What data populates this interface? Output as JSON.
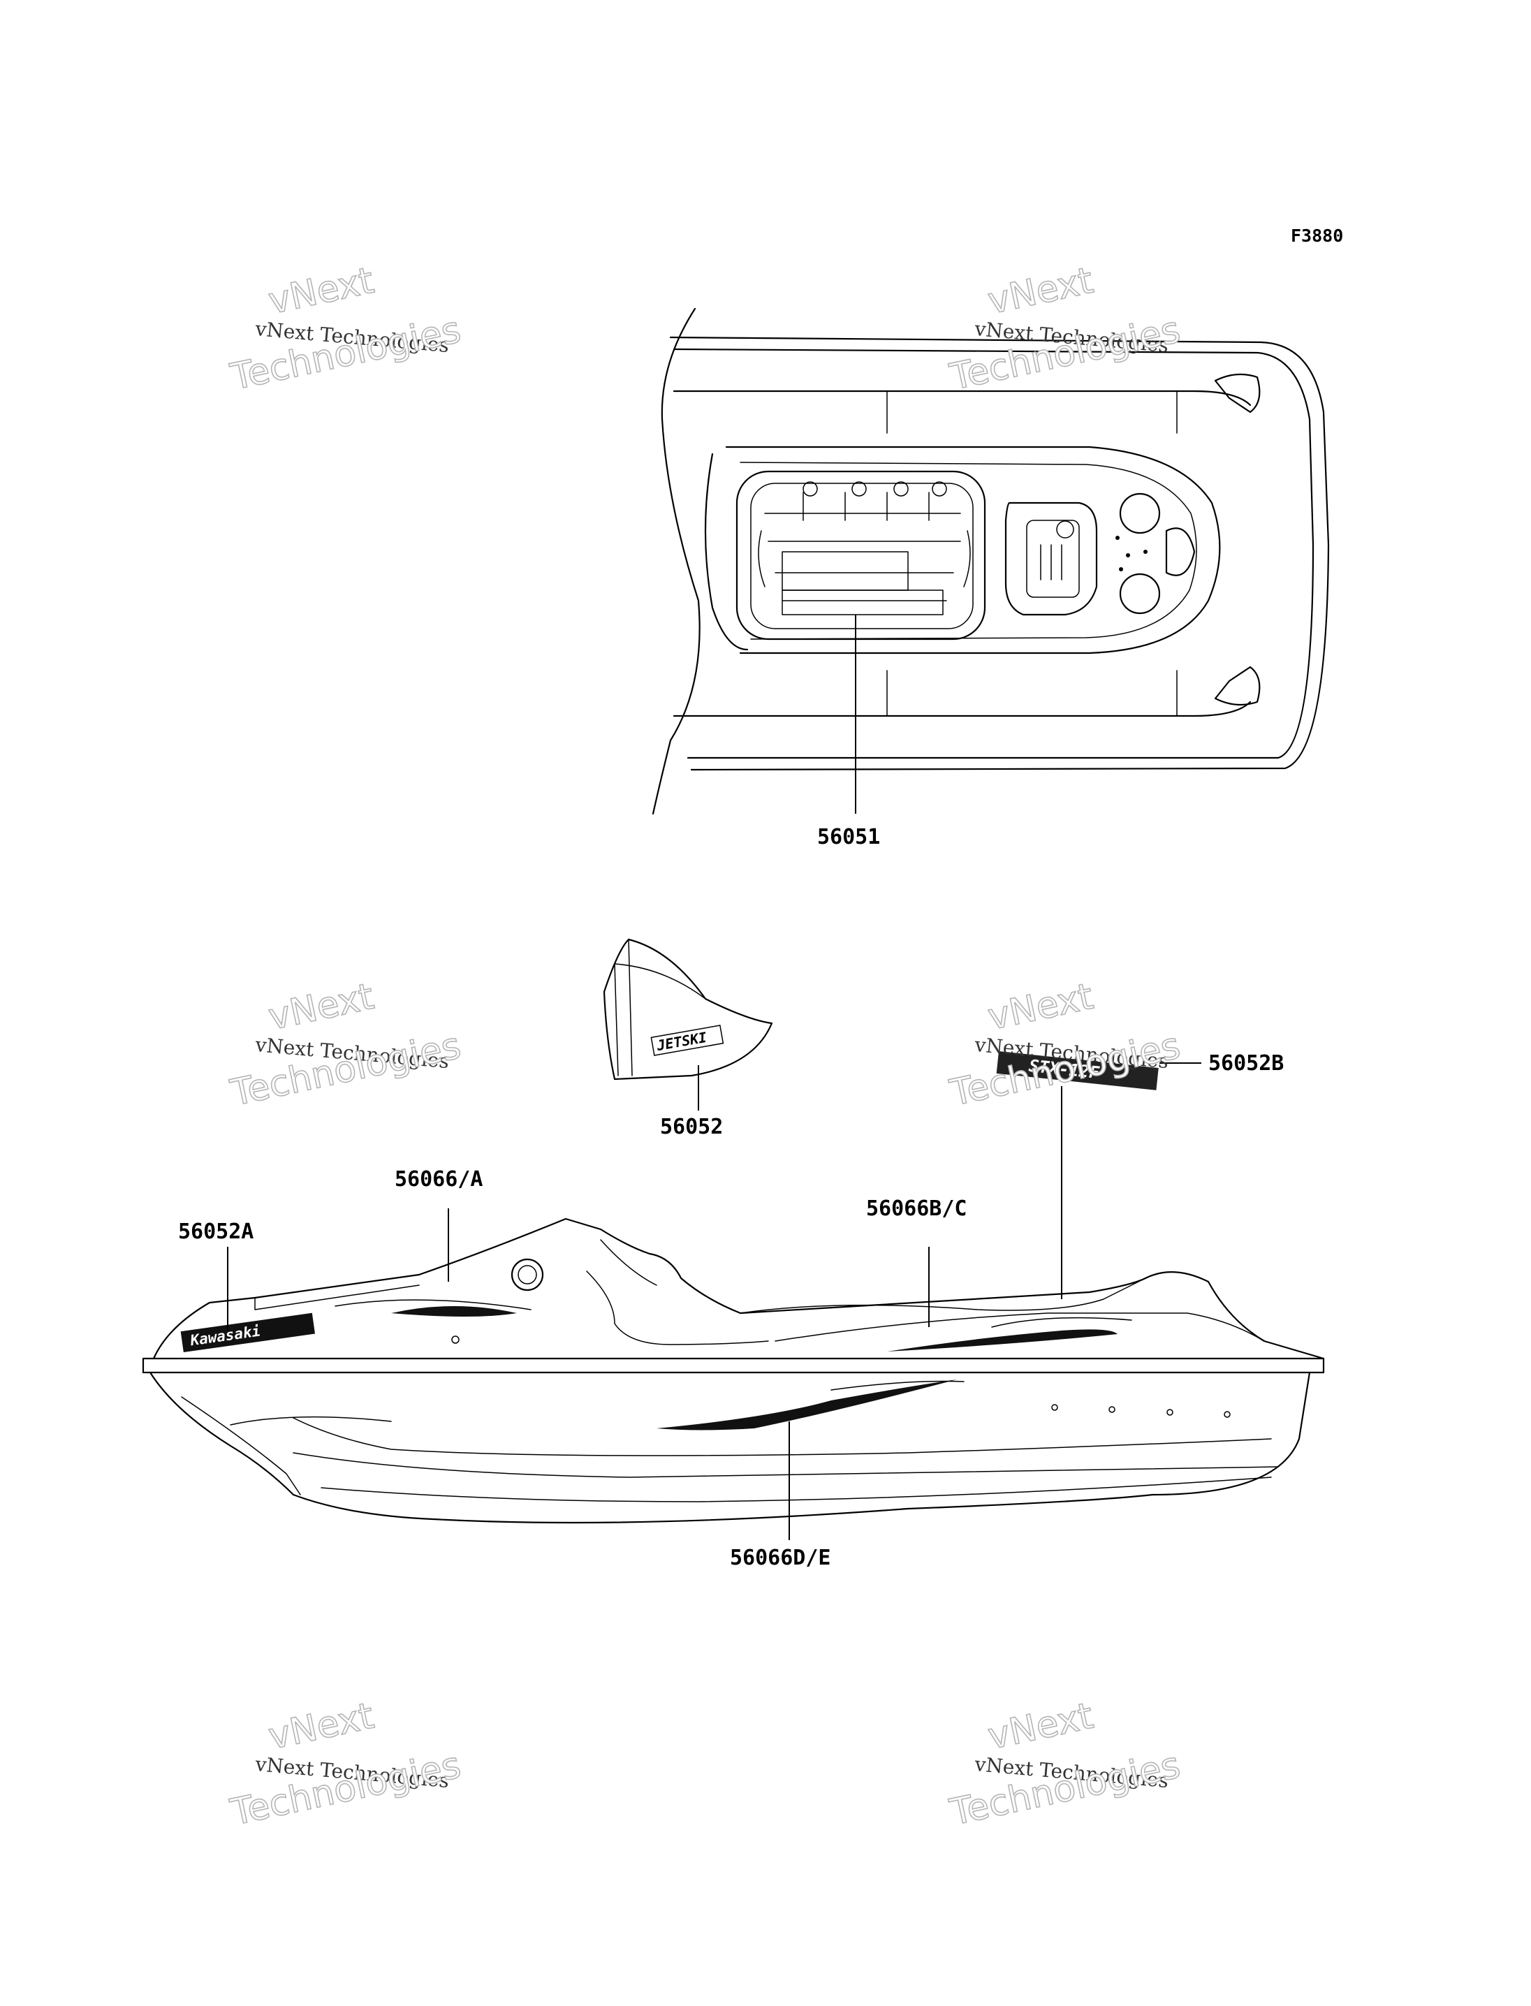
{
  "figure_id": "F3880",
  "watermark": {
    "line1": "vNext Technologies",
    "line2": "vNext",
    "line3": "Technologies"
  },
  "parts": [
    {
      "id": "56051"
    },
    {
      "id": "56052"
    },
    {
      "id": "56052B"
    },
    {
      "id": "56066/A"
    },
    {
      "id": "56052A"
    },
    {
      "id": "56066B/C"
    },
    {
      "id": "56066D/E"
    }
  ],
  "decals": {
    "brand": "Kawasaki",
    "jetski": "JETSKI",
    "model": "STX-12F"
  }
}
